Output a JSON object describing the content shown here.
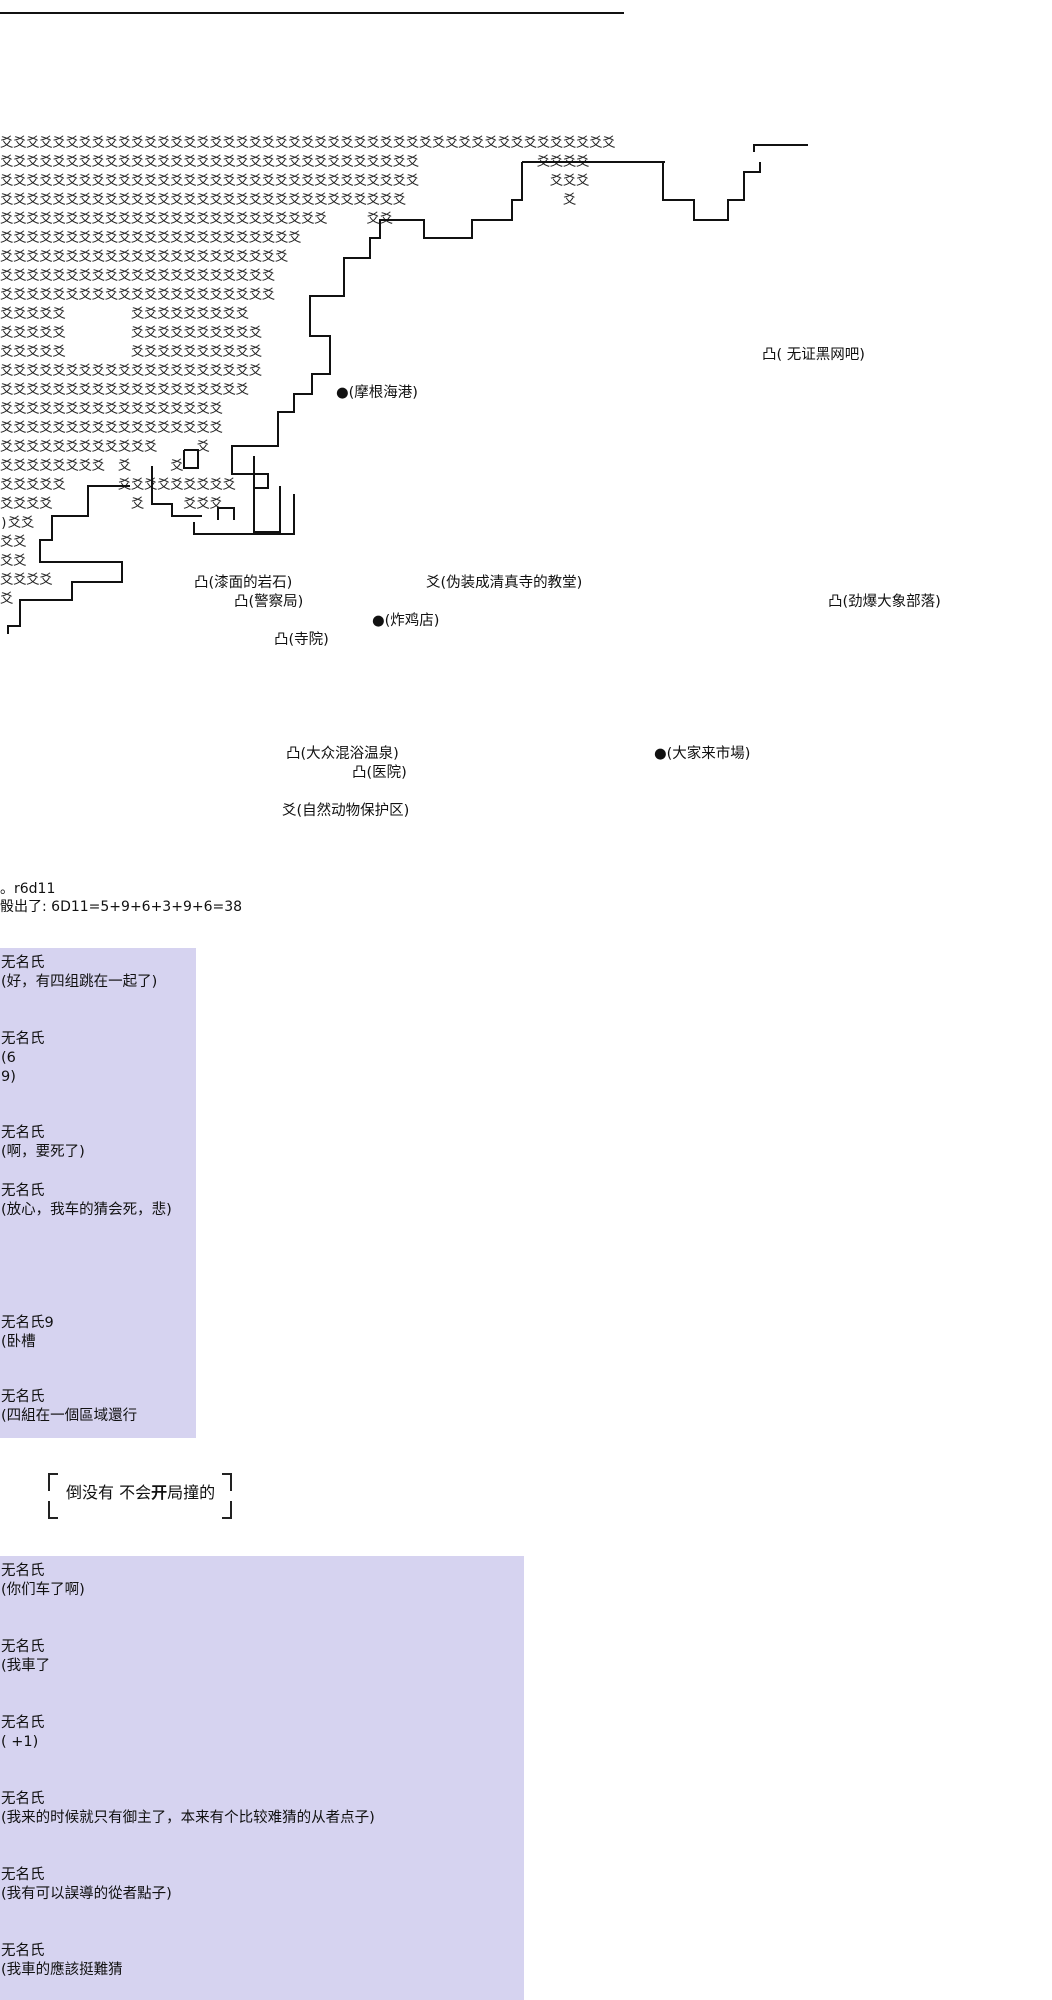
{
  "map": {
    "art_rows": [
      "爻爻爻爻爻爻爻爻爻爻爻爻爻爻爻爻爻爻爻爻爻爻爻爻爻爻爻爻爻爻爻爻爻爻爻爻爻爻爻爻爻爻爻爻爻爻爻",
      "爻爻爻爻爻爻爻爻爻爻爻爻爻爻爻爻爻爻爻爻爻爻爻爻爻爻爻爻爻爻爻爻　　　　　　　　　爻爻爻爻",
      "爻爻爻爻爻爻爻爻爻爻爻爻爻爻爻爻爻爻爻爻爻爻爻爻爻爻爻爻爻爻爻爻　　　　　　　　　　爻爻爻",
      "爻爻爻爻爻爻爻爻爻爻爻爻爻爻爻爻爻爻爻爻爻爻爻爻爻爻爻爻爻爻爻　　　　　　　　　　　　爻",
      "爻爻爻爻爻爻爻爻爻爻爻爻爻爻爻爻爻爻爻爻爻爻爻爻爻　　　爻爻",
      "爻爻爻爻爻爻爻爻爻爻爻爻爻爻爻爻爻爻爻爻爻爻爻",
      "爻爻爻爻爻爻爻爻爻爻爻爻爻爻爻爻爻爻爻爻爻爻",
      "爻爻爻爻爻爻爻爻爻爻爻爻爻爻爻爻爻爻爻爻爻",
      "爻爻爻爻爻爻爻爻爻爻爻爻爻爻爻爻爻爻爻爻爻",
      "爻爻爻爻爻　　　　　爻爻爻爻爻爻爻爻爻",
      "爻爻爻爻爻　　　　　爻爻爻爻爻爻爻爻爻爻",
      "爻爻爻爻爻　　　　　爻爻爻爻爻爻爻爻爻爻",
      "爻爻爻爻爻爻爻爻爻爻爻爻爻爻爻爻爻爻爻爻",
      "爻爻爻爻爻爻爻爻爻爻爻爻爻爻爻爻爻爻爻",
      "爻爻爻爻爻爻爻爻爻爻爻爻爻爻爻爻爻",
      "爻爻爻爻爻爻爻爻爻爻爻爻爻爻爻爻爻",
      "爻爻爻爻爻爻爻爻爻爻爻爻　　　爻",
      "爻爻爻爻爻爻爻爻　爻　　　爻",
      "爻爻爻爻爻　　　　爻爻爻爻爻爻爻爻爻",
      "爻爻爻爻　　　　　　爻　　　爻爻爻",
      ")爻爻",
      "爻爻",
      "爻爻",
      "爻爻爻爻",
      "爻"
    ],
    "labels": {
      "wuzheng": "凸( 无证黑网吧)",
      "mogen": "●(摩根海港)",
      "qimian": "凸(漆面的岩石)",
      "mosque": "爻(伪装成清真寺的教堂)",
      "jingcha": "凸(警察局)",
      "zhaji": "●(炸鸡店)",
      "jinbao": "凸(劲爆大象部落)",
      "siyuan": "凸(寺院)",
      "wenquan": "凸(大众混浴温泉)",
      "shichang": "●(大家来市場)",
      "yiyuan": "凸(医院)",
      "ziran": "爻(自然动物保护区)"
    }
  },
  "dice": {
    "command": "。r6d11",
    "result": "骰出了: 6D11=5+9+6+3+9+6=38"
  },
  "chat1": [
    {
      "name": "无名氏",
      "lines": [
        "(好，有四组跳在一起了)"
      ]
    },
    {
      "name": "无名氏",
      "lines": [
        "(6",
        "9)"
      ]
    },
    {
      "name": "无名氏",
      "lines": [
        "(啊，要死了)"
      ]
    },
    {
      "name": "无名氏",
      "lines": [
        "(放心，我车的猜会死，悲)"
      ]
    },
    {
      "name": "无名氏9",
      "lines": [
        "(卧槽"
      ]
    },
    {
      "name": "无名氏",
      "lines": [
        "(四組在一個區域還行"
      ]
    }
  ],
  "sfx": {
    "part1": "倒没有  不会",
    "bold": "开",
    "part2": "局撞的"
  },
  "chat2": [
    {
      "name": "无名氏",
      "lines": [
        "(你们车了啊)"
      ]
    },
    {
      "name": "无名氏",
      "lines": [
        "(我車了"
      ]
    },
    {
      "name": "无名氏",
      "lines": [
        "( +1)"
      ]
    },
    {
      "name": "无名氏",
      "lines": [
        "(我来的时候就只有御主了，本来有个比较难猜的从者点子)"
      ]
    },
    {
      "name": "无名氏",
      "lines": [
        "(我有可以誤導的從者點子)"
      ]
    },
    {
      "name": "无名氏",
      "lines": [
        "(我車的應該挺難猜"
      ]
    }
  ],
  "colors": {
    "chat_bg": "#d6d3f0",
    "line": "#111111"
  }
}
